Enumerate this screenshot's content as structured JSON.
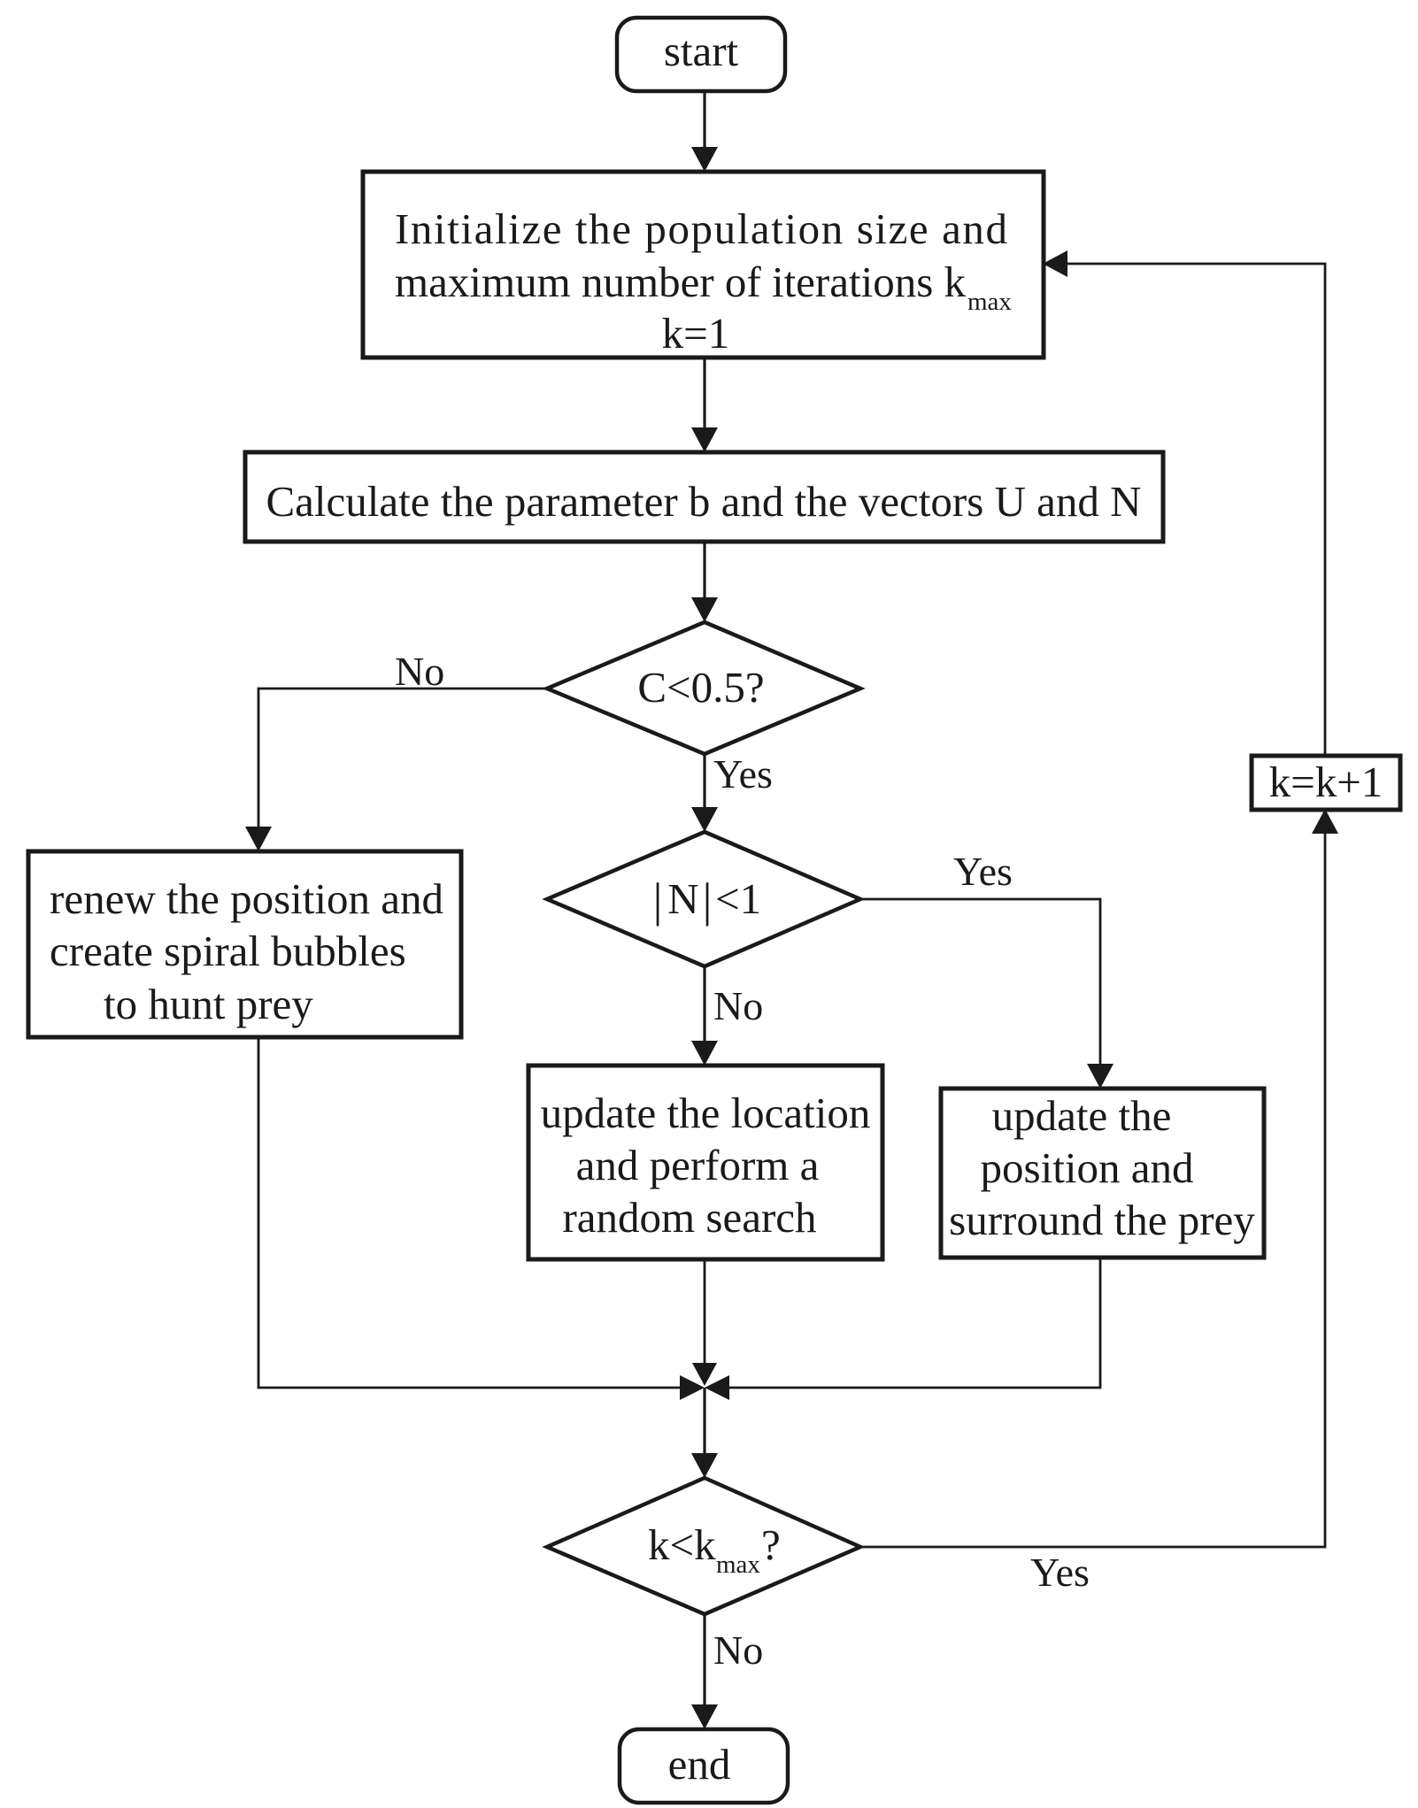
{
  "nodes": {
    "start": {
      "label": "start"
    },
    "init": {
      "line1": "Initialize the population size and",
      "line2": "maximum number of iterations k",
      "line2_sub": "max",
      "line3": "k=1"
    },
    "calc": {
      "label": "Calculate the parameter b and the vectors U and N"
    },
    "decision_c": {
      "label": "C<0.5?"
    },
    "decision_n": {
      "bar": "|",
      "var": "N",
      "rest": "<1"
    },
    "renew": {
      "line1": "renew the position and",
      "line2": "create spiral bubbles",
      "line3": "to hunt prey"
    },
    "update_location": {
      "line1": "update the location",
      "line2": "and perform a",
      "line3": "random search"
    },
    "update_position": {
      "line1": "update the",
      "line2": "position and",
      "line3": "surround the prey"
    },
    "increment": {
      "label": "k=k+1"
    },
    "decision_k": {
      "pre": "k<k",
      "sub": "max",
      "post": "?"
    },
    "end": {
      "label": "end"
    }
  },
  "edges": {
    "c_no": "No",
    "c_yes": "Yes",
    "n_yes": "Yes",
    "n_no": "No",
    "k_yes": "Yes",
    "k_no": "No"
  }
}
